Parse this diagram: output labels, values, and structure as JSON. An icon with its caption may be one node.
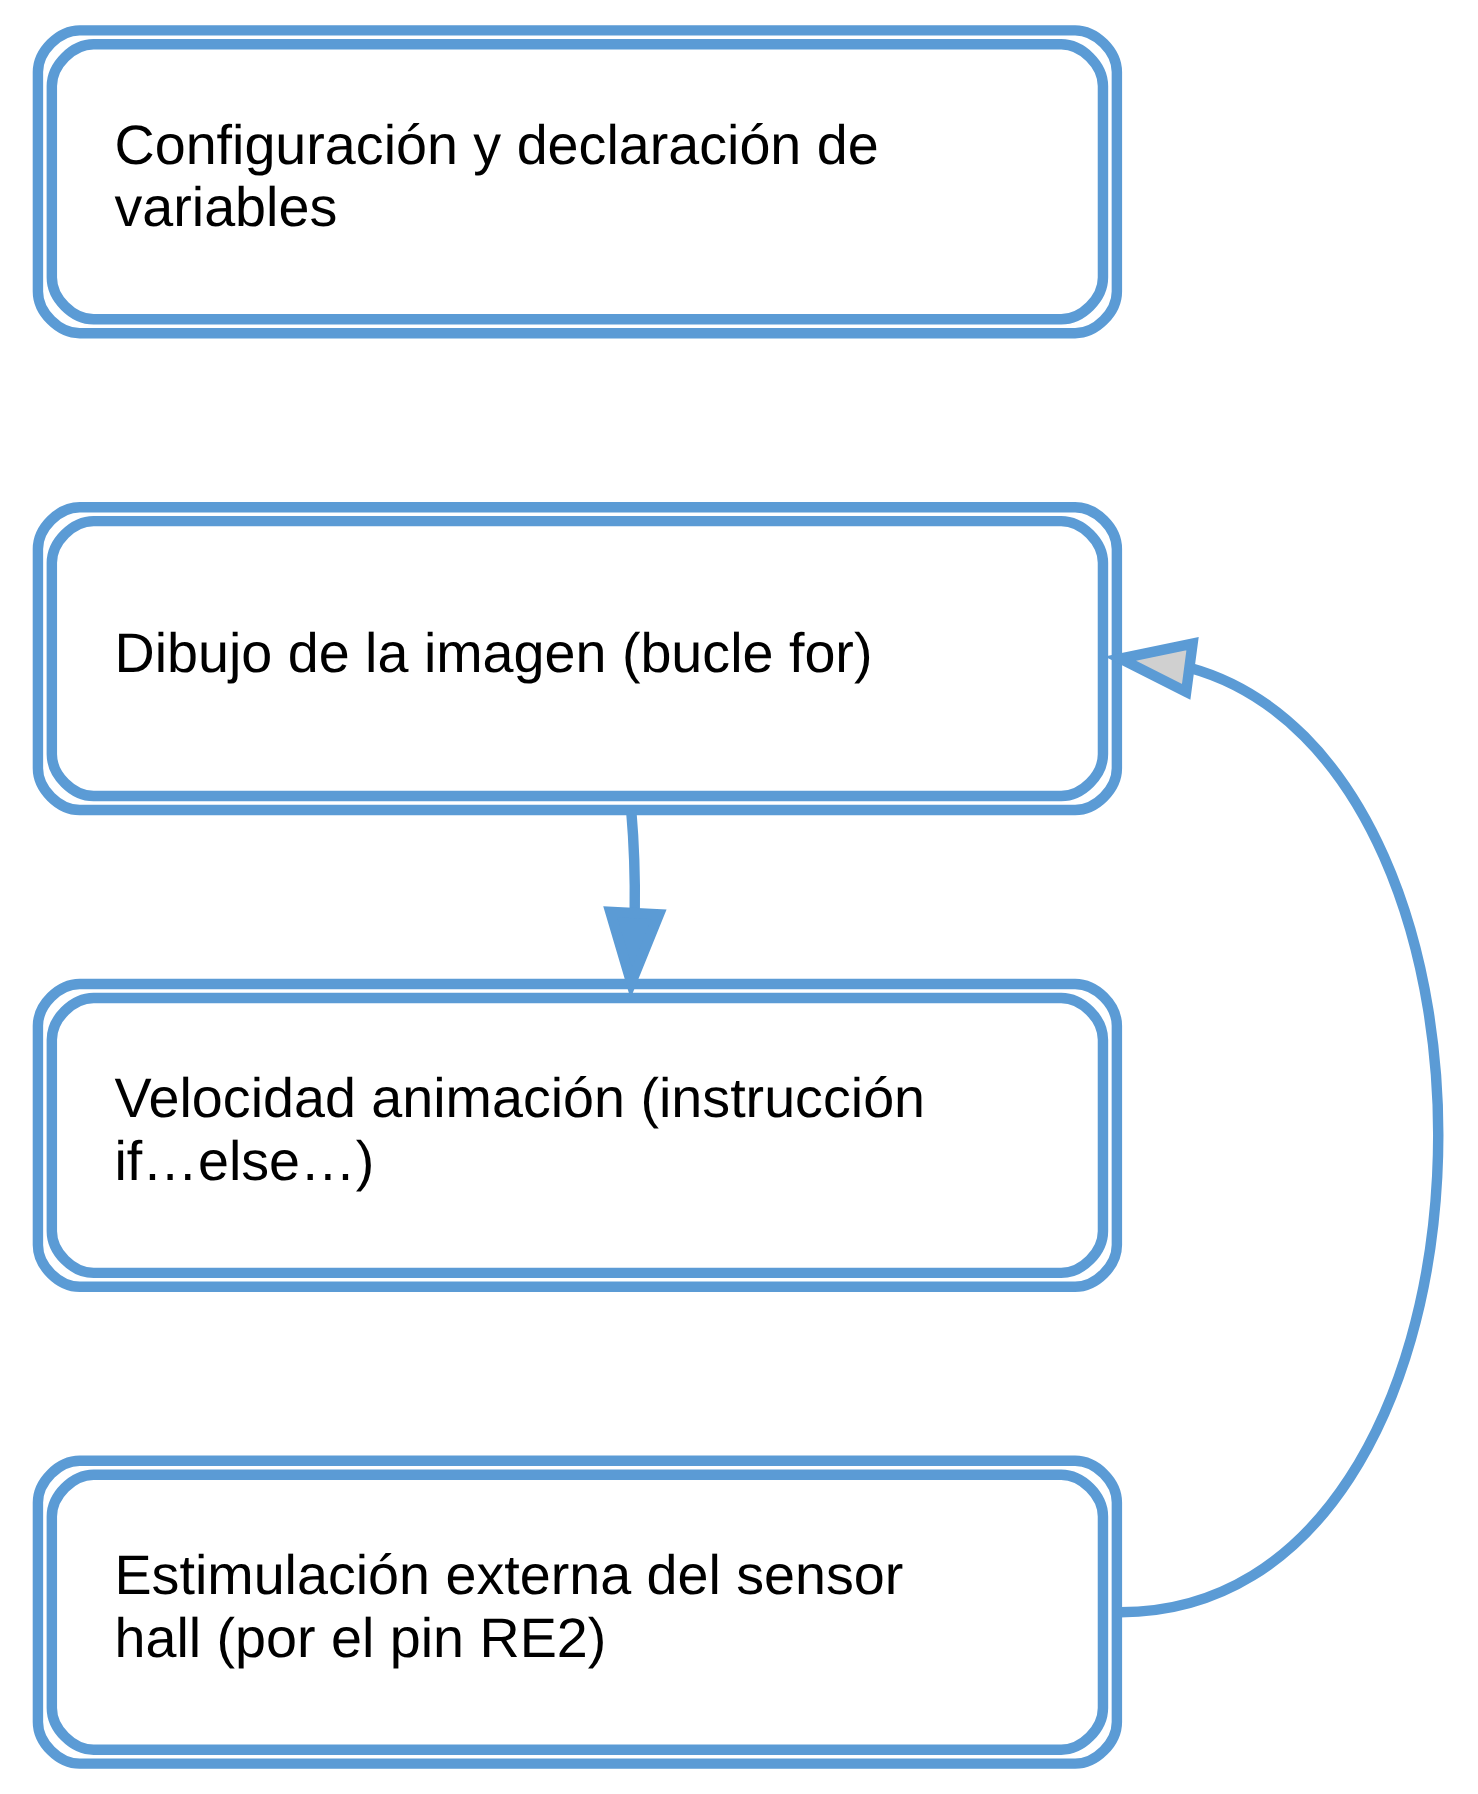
{
  "diagram": {
    "nodes": [
      {
        "text": [
          "Configuración y declaración de variables"
        ]
      },
      {
        "text": [
          "Dibujo de la imagen (bucle for)"
        ]
      },
      {
        "text": [
          "Velocidad animación (instrucción if…else…)"
        ]
      },
      {
        "text": [
          "Estimulación externa del sensor hall (por el pin RE2)"
        ]
      }
    ],
    "edges": [
      {
        "from": 1,
        "to": 2,
        "arrow": "to"
      },
      {
        "from": 3,
        "to": 1,
        "arrow": "to"
      }
    ]
  }
}
